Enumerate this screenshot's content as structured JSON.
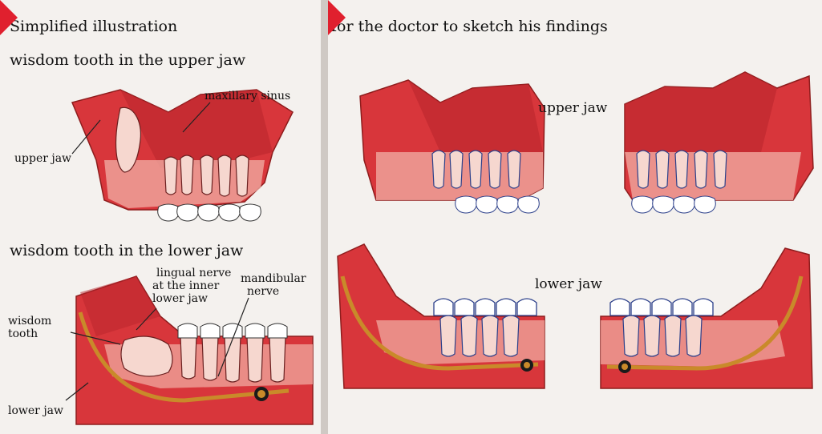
{
  "left_panel": {
    "heading": "Simplified  illustration",
    "upper_title": "wisdom tooth in the upper jaw",
    "maxillary_sinus": "maxillary sinus",
    "upper_jaw": "upper jaw",
    "lower_title": "wisdom tooth in the lower jaw",
    "lingual_nerve": [
      "lingual nerve",
      "at the inner",
      "lower jaw"
    ],
    "mandibular_nerve": [
      "mandibular",
      "nerve"
    ],
    "wisdom_tooth": [
      "wisdom",
      "tooth"
    ],
    "lower_jaw": "lower jaw"
  },
  "right_panel": {
    "heading": "for the doctor to sketch his findings",
    "upper_jaw": "upper jaw",
    "lower_jaw": "lower jaw"
  },
  "colors": {
    "accent": "#e0202e",
    "gum": "#d8363b",
    "nerve": "#c98a2a"
  }
}
